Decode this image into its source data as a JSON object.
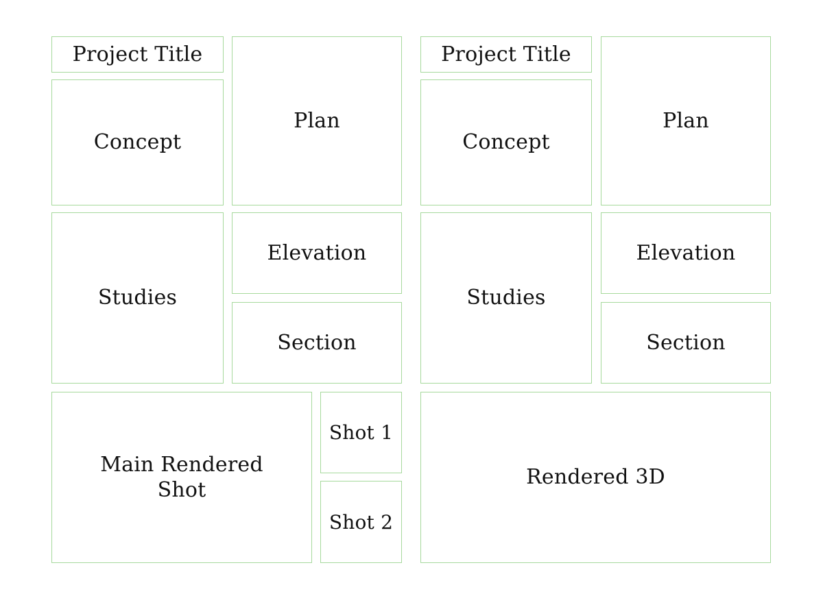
{
  "colors": {
    "border": "#a6d99c",
    "text": "#111111",
    "background": "#ffffff"
  },
  "left_layout": {
    "project_title": "Project Title",
    "concept": "Concept",
    "plan": "Plan",
    "studies": "Studies",
    "elevation": "Elevation",
    "section": "Section",
    "main_rendered_shot": "Main Rendered\nShot",
    "shot_1": "Shot 1",
    "shot_2": "Shot 2"
  },
  "right_layout": {
    "project_title": "Project Title",
    "concept": "Concept",
    "plan": "Plan",
    "studies": "Studies",
    "elevation": "Elevation",
    "section": "Section",
    "rendered_3d": "Rendered 3D"
  }
}
